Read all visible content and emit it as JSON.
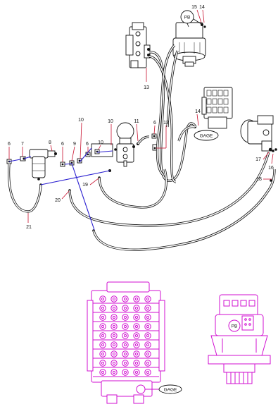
{
  "diagram": {
    "callouts": {
      "c6a": "6",
      "c7": "7",
      "c8": "8",
      "c6b": "6",
      "c9": "9",
      "c10a": "10",
      "c6c": "6",
      "c10b": "10",
      "c10c": "10",
      "c11": "11",
      "c6d": "6",
      "c12": "12",
      "c13": "13",
      "c14a": "14",
      "c14b": "14",
      "c15": "15",
      "c16": "16",
      "c17": "17",
      "c18": "18",
      "c19": "19",
      "c20": "20",
      "c21": "21"
    },
    "port_labels": {
      "pb_top": "PB",
      "pb_bottom": "PB",
      "gage_top": "GAGE",
      "gage_bottom": "GAGE"
    },
    "colors": {
      "line": "#111111",
      "leader": "#c8102e",
      "pilot_line": "#2a1fd0",
      "reference_parts": "#d10fd1"
    }
  }
}
